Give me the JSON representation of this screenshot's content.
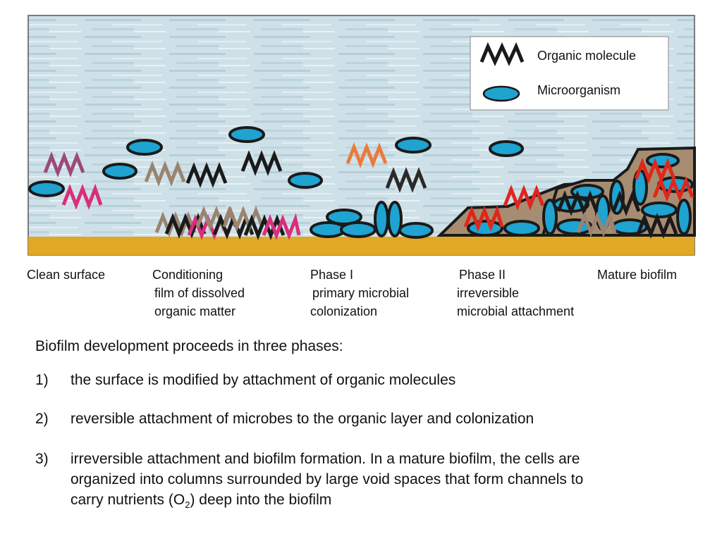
{
  "legend": {
    "organic_molecule": "Organic molecule",
    "microorganism": "Microorganism"
  },
  "stages": [
    {
      "lines": [
        "Clean surface"
      ]
    },
    {
      "lines": [
        "Conditioning",
        "film of dissolved",
        "organic matter"
      ]
    },
    {
      "lines": [
        "Phase I",
        "primary microbial",
        "colonization"
      ]
    },
    {
      "lines": [
        "Phase II",
        "irreversible",
        "microbial attachment"
      ]
    },
    {
      "lines": [
        "Mature biofilm"
      ]
    }
  ],
  "text": {
    "intro": "Biofilm development proceeds in three phases:",
    "items": [
      {
        "num": "1)",
        "lines": [
          "the surface is modified by attachment of organic molecules"
        ]
      },
      {
        "num": "2)",
        "lines": [
          "reversible attachment of microbes to the organic layer and colonization"
        ]
      },
      {
        "num": "3)",
        "lines": [
          "irreversible attachment and biofilm formation.  In a mature biofilm, the cells are",
          "organized into columns surrounded by large void spaces that form channels to"
        ],
        "last_pre": "carry nutrients (O",
        "last_sub": "2",
        "last_post": ") deep into the biofilm"
      }
    ]
  },
  "colors": {
    "water": "#c9dde4",
    "surface": "#e0a825",
    "cell": "#1fa3d0",
    "molecule_black": "#1a1a1a",
    "molecule_purple": "#9b4a7a",
    "molecule_pink": "#d82f7b",
    "molecule_tan": "#9a8470",
    "molecule_orange": "#ea7a3c",
    "molecule_red": "#e0261c",
    "matrix": "#a68d72"
  }
}
